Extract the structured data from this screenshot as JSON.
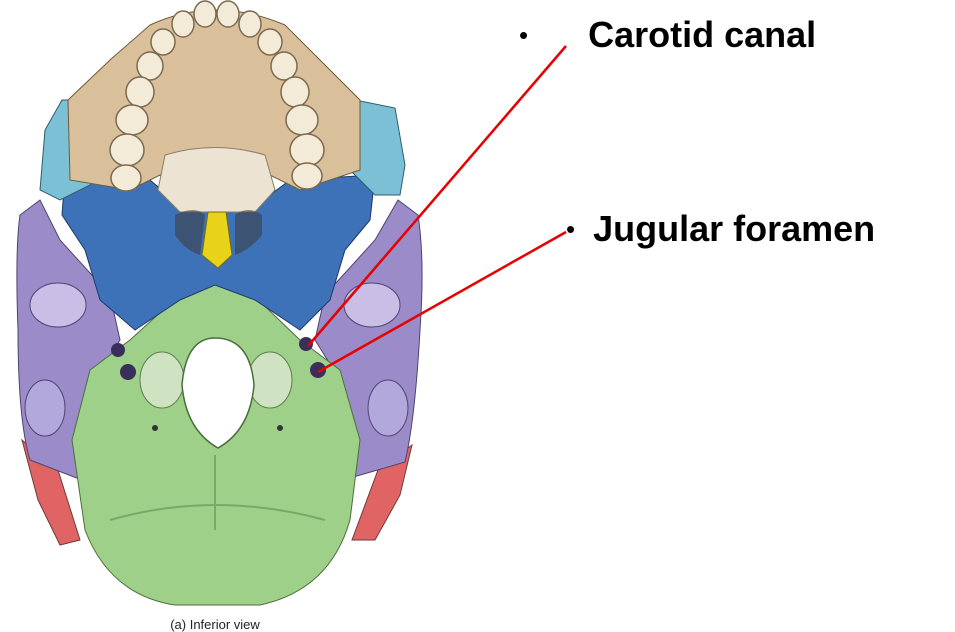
{
  "labels": {
    "carotid_canal": "Carotid canal",
    "jugular_foramen": "Jugular foramen",
    "bullet": "•"
  },
  "caption": "(a) Inferior view",
  "colors": {
    "maxilla": "#d9c09a",
    "palatine": "#ece3d2",
    "zygomatic": "#7cc0d6",
    "sphenoid": "#3e72b8",
    "vomer": "#e8d21a",
    "temporal": "#9b8cc9",
    "occipital": "#9ed08a",
    "parietal": "#e06464",
    "teeth": "#f3ead8",
    "pointer": "#e60000"
  }
}
